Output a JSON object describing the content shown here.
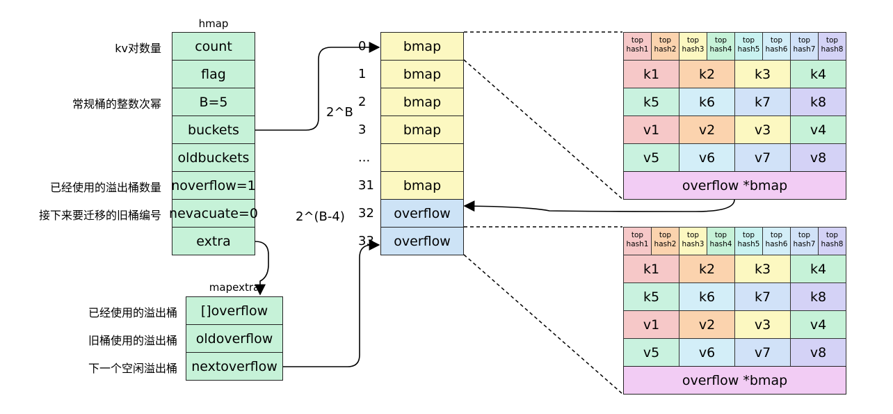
{
  "hmap": {
    "title": "hmap",
    "fields": [
      "count",
      "flag",
      "B=5",
      "buckets",
      "oldbuckets",
      "noverflow=1",
      "nevacuate=0",
      "extra"
    ],
    "labels": [
      "kv对数量",
      "",
      "常规桶的整数次幂",
      "",
      "",
      "已经使用的溢出桶数量",
      "接下来要迁移的旧桶编号",
      ""
    ]
  },
  "mapextra": {
    "title": "mapextra",
    "fields": [
      "[]overflow",
      "oldoverflow",
      "nextoverflow"
    ],
    "labels": [
      "已经使用的溢出桶",
      "旧桶使用的溢出桶",
      "下一个空闲溢出桶"
    ]
  },
  "buckets": {
    "cells": [
      {
        "index": "0",
        "label": "bmap",
        "kind": "regular"
      },
      {
        "index": "1",
        "label": "bmap",
        "kind": "regular"
      },
      {
        "index": "2",
        "label": "bmap",
        "kind": "regular"
      },
      {
        "index": "3",
        "label": "bmap",
        "kind": "regular"
      },
      {
        "index": "...",
        "label": "",
        "kind": "regular"
      },
      {
        "index": "31",
        "label": "bmap",
        "kind": "regular"
      },
      {
        "index": "32",
        "label": "overflow",
        "kind": "overflow"
      },
      {
        "index": "33",
        "label": "overflow",
        "kind": "overflow"
      }
    ],
    "regular_count_label": "2^B",
    "overflow_count_label": "2^(B-4)"
  },
  "bmap_detail": {
    "tophash": [
      {
        "top": "top",
        "hash": "hash1",
        "color": "#f6c8c8"
      },
      {
        "top": "top",
        "hash": "hash2",
        "color": "#fbd3ae"
      },
      {
        "top": "top",
        "hash": "hash3",
        "color": "#fcf8c1"
      },
      {
        "top": "top",
        "hash": "hash4",
        "color": "#c6f2d8"
      },
      {
        "top": "top",
        "hash": "hash5",
        "color": "#c9f2f0"
      },
      {
        "top": "top",
        "hash": "hash6",
        "color": "#d3eef8"
      },
      {
        "top": "top",
        "hash": "hash7",
        "color": "#d1e2f8"
      },
      {
        "top": "top",
        "hash": "hash8",
        "color": "#d4d2f6"
      }
    ],
    "rows": [
      [
        "k1",
        "k2",
        "k3",
        "k4"
      ],
      [
        "k5",
        "k6",
        "k7",
        "k8"
      ],
      [
        "v1",
        "v2",
        "v3",
        "v4"
      ],
      [
        "v5",
        "v6",
        "v7",
        "v8"
      ]
    ],
    "row_colors": [
      [
        "#f6c8c8",
        "#fbd3ae",
        "#fcf8c1",
        "#c6f2d8"
      ],
      [
        "#c9f2df",
        "#d3eef8",
        "#d1e2f8",
        "#d4d2f6"
      ],
      [
        "#f6c8c8",
        "#fbd3ae",
        "#fcf8c1",
        "#c6f2d8"
      ],
      [
        "#c9f2df",
        "#d3eef8",
        "#d1e2f8",
        "#d4d2f6"
      ]
    ],
    "overflow_label": "overflow *bmap"
  }
}
